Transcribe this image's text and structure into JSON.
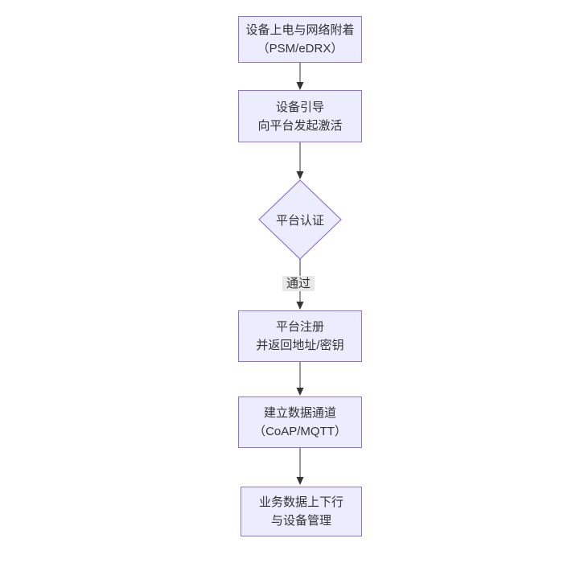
{
  "diagram": {
    "type": "flowchart",
    "direction": "top-down",
    "colors": {
      "node_fill": "#ECECFF",
      "node_border": "#9370DB",
      "text": "#333333",
      "edge": "#333333",
      "edge_label_bg": "#e8e8e8",
      "background": "#ffffff"
    },
    "nodes": [
      {
        "id": "A",
        "shape": "rect",
        "lines": [
          "设备上电与网络附着",
          "（PSM/eDRX）"
        ]
      },
      {
        "id": "B",
        "shape": "rect",
        "lines": [
          "设备引导",
          "向平台发起激活"
        ]
      },
      {
        "id": "C",
        "shape": "diamond",
        "lines": [
          "平台认证"
        ]
      },
      {
        "id": "D",
        "shape": "rect",
        "lines": [
          "平台注册",
          "并返回地址/密钥"
        ]
      },
      {
        "id": "E",
        "shape": "rect",
        "lines": [
          "建立数据通道",
          "（CoAP/MQTT）"
        ]
      },
      {
        "id": "F",
        "shape": "rect",
        "lines": [
          "业务数据上下行",
          "与设备管理"
        ]
      }
    ],
    "edges": [
      {
        "from": "A",
        "to": "B",
        "label": ""
      },
      {
        "from": "B",
        "to": "C",
        "label": ""
      },
      {
        "from": "C",
        "to": "D",
        "label": "通过"
      },
      {
        "from": "D",
        "to": "E",
        "label": ""
      },
      {
        "from": "E",
        "to": "F",
        "label": ""
      }
    ]
  }
}
